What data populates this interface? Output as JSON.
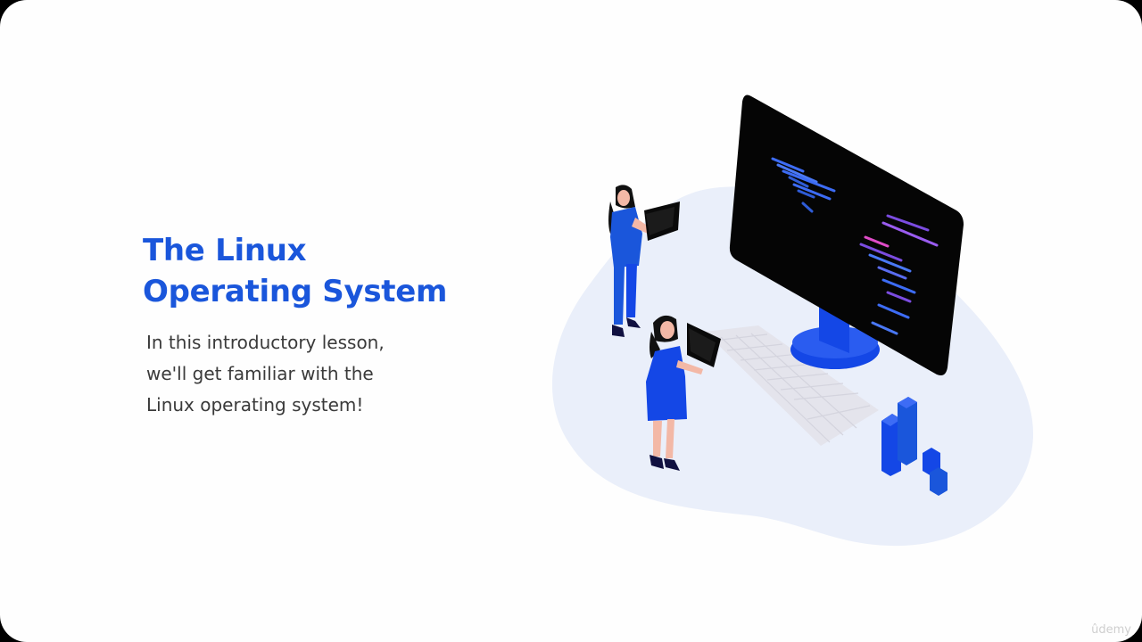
{
  "slide": {
    "title_line1": "The Linux",
    "title_line2": "Operating System",
    "subtitle_line1": "In this introductory lesson,",
    "subtitle_line2": "we'll get familiar with the",
    "subtitle_line3": "Linux operating system!"
  },
  "watermark": "ûdemy",
  "colors": {
    "title": "#1a56db",
    "text": "#3a3a3a",
    "accent": "#1447e6",
    "blob": "#eaeffa",
    "monitor": "#050505"
  },
  "illustration": {
    "icon": "developers-with-computer-illustration"
  }
}
